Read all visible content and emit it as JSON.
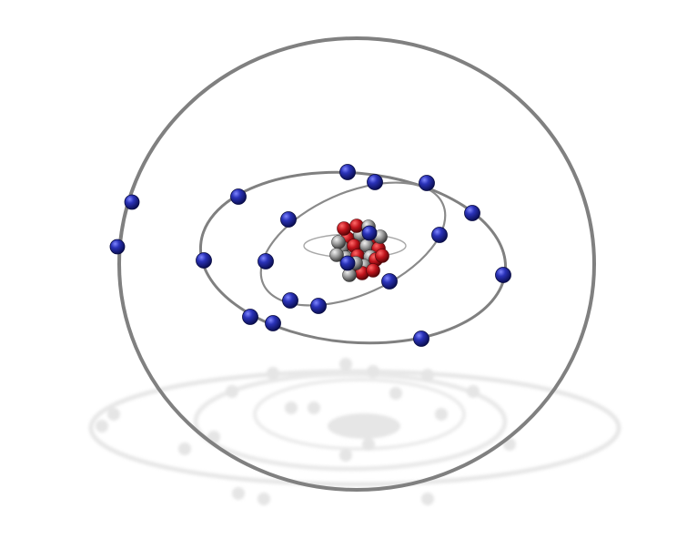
{
  "scene": {
    "type": "bohr-atom-model-3d",
    "background": "#ffffff",
    "colors": {
      "orbit": "#808080",
      "inner_orbit": "#aaaaaa",
      "electron": "#1a1f8c",
      "proton": "#b3121b",
      "neutron": "#8a8a8a",
      "reflection": "#e2e2e2"
    },
    "shells": [
      {
        "name": "shell-1",
        "electrons": 2
      },
      {
        "name": "shell-2",
        "electrons": 8
      },
      {
        "name": "shell-3",
        "electrons": 12
      },
      {
        "name": "shell-4",
        "electrons": 2
      }
    ],
    "total_electrons": 24,
    "nucleus": {
      "protons": 12,
      "neutrons": 12
    },
    "has_floor_reflection": true
  }
}
